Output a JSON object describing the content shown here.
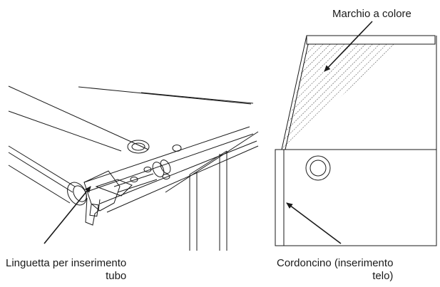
{
  "labels": {
    "brand_mark": "Marchio a colore",
    "tab_insert": {
      "line1": "Linguetta per inserimento",
      "line2": "tubo"
    },
    "cord_insert": {
      "line1": "Cordoncino (inserimento",
      "line2": "telo)"
    }
  },
  "colors": {
    "line": "#1a1a1a",
    "background": "#ffffff"
  },
  "icons": [
    "arrow-icon",
    "grommet-icon",
    "hatched-triangle"
  ]
}
